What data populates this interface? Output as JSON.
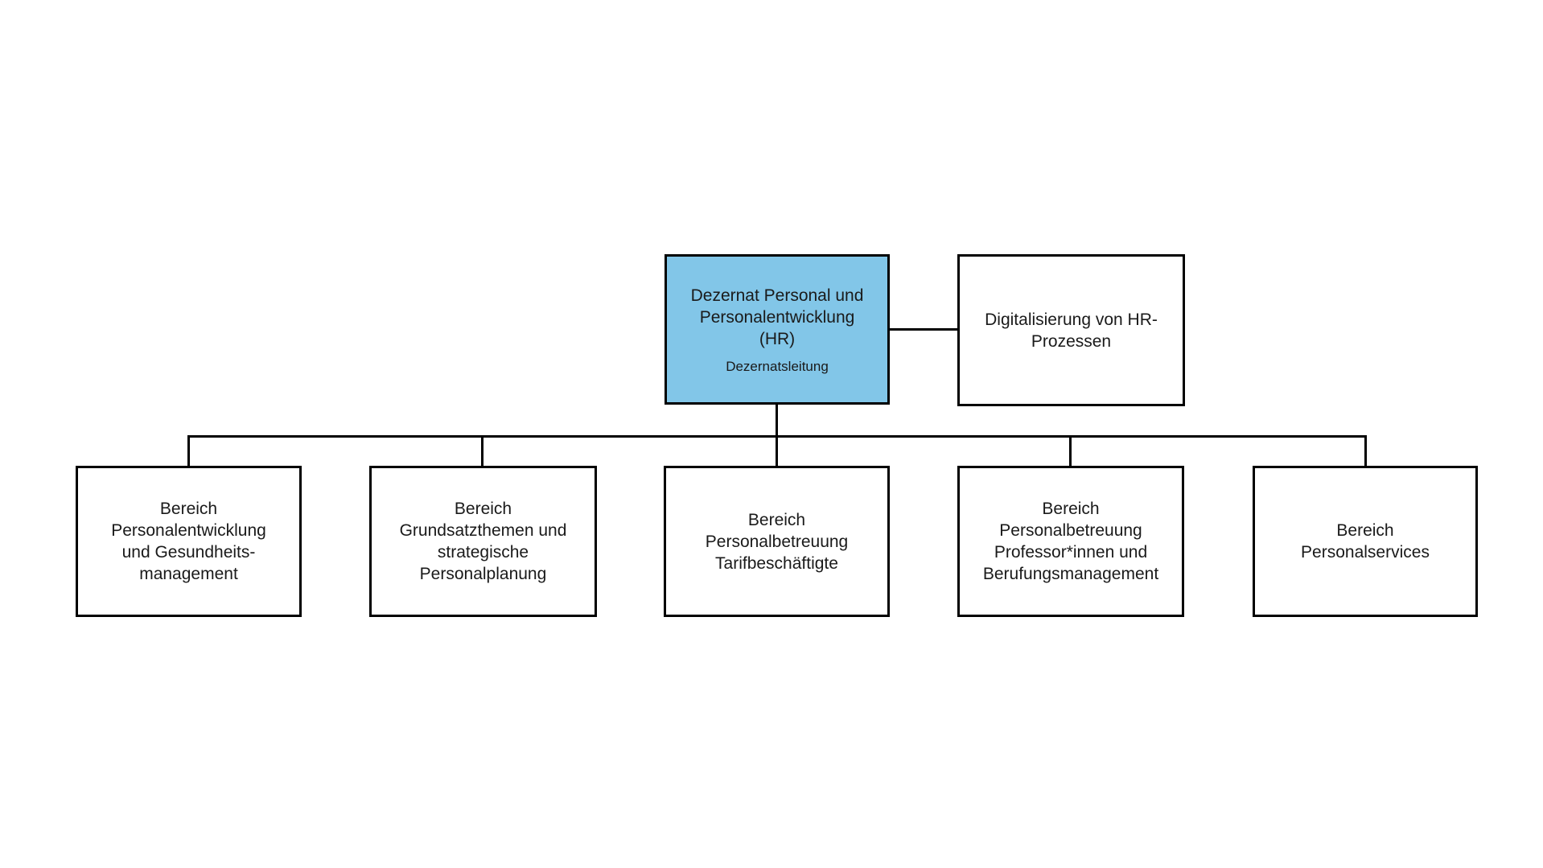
{
  "diagram": {
    "type": "org-chart",
    "background": "#ffffff",
    "line_color": "#000000",
    "root": {
      "title": "Dezernat Personal und\nPersonalentwicklung\n(HR)",
      "subtitle": "Dezernatsleitung",
      "fill": "#82C6E8"
    },
    "side_node": {
      "label": "Digitalisierung von HR-\nProzessen",
      "fill": "#ffffff"
    },
    "children": [
      {
        "label": "Bereich\nPersonalentwicklung\nund Gesundheits-\nmanagement"
      },
      {
        "label": "Bereich\nGrundsatzthemen und\nstrategische\nPersonalplanung"
      },
      {
        "label": "Bereich\nPersonalbetreuung\nTarifbeschäftigte"
      },
      {
        "label": "Bereich\nPersonalbetreuung\nProfessor*innen und\nBerufungsmanagement"
      },
      {
        "label": "Bereich\nPersonalservices"
      }
    ]
  }
}
